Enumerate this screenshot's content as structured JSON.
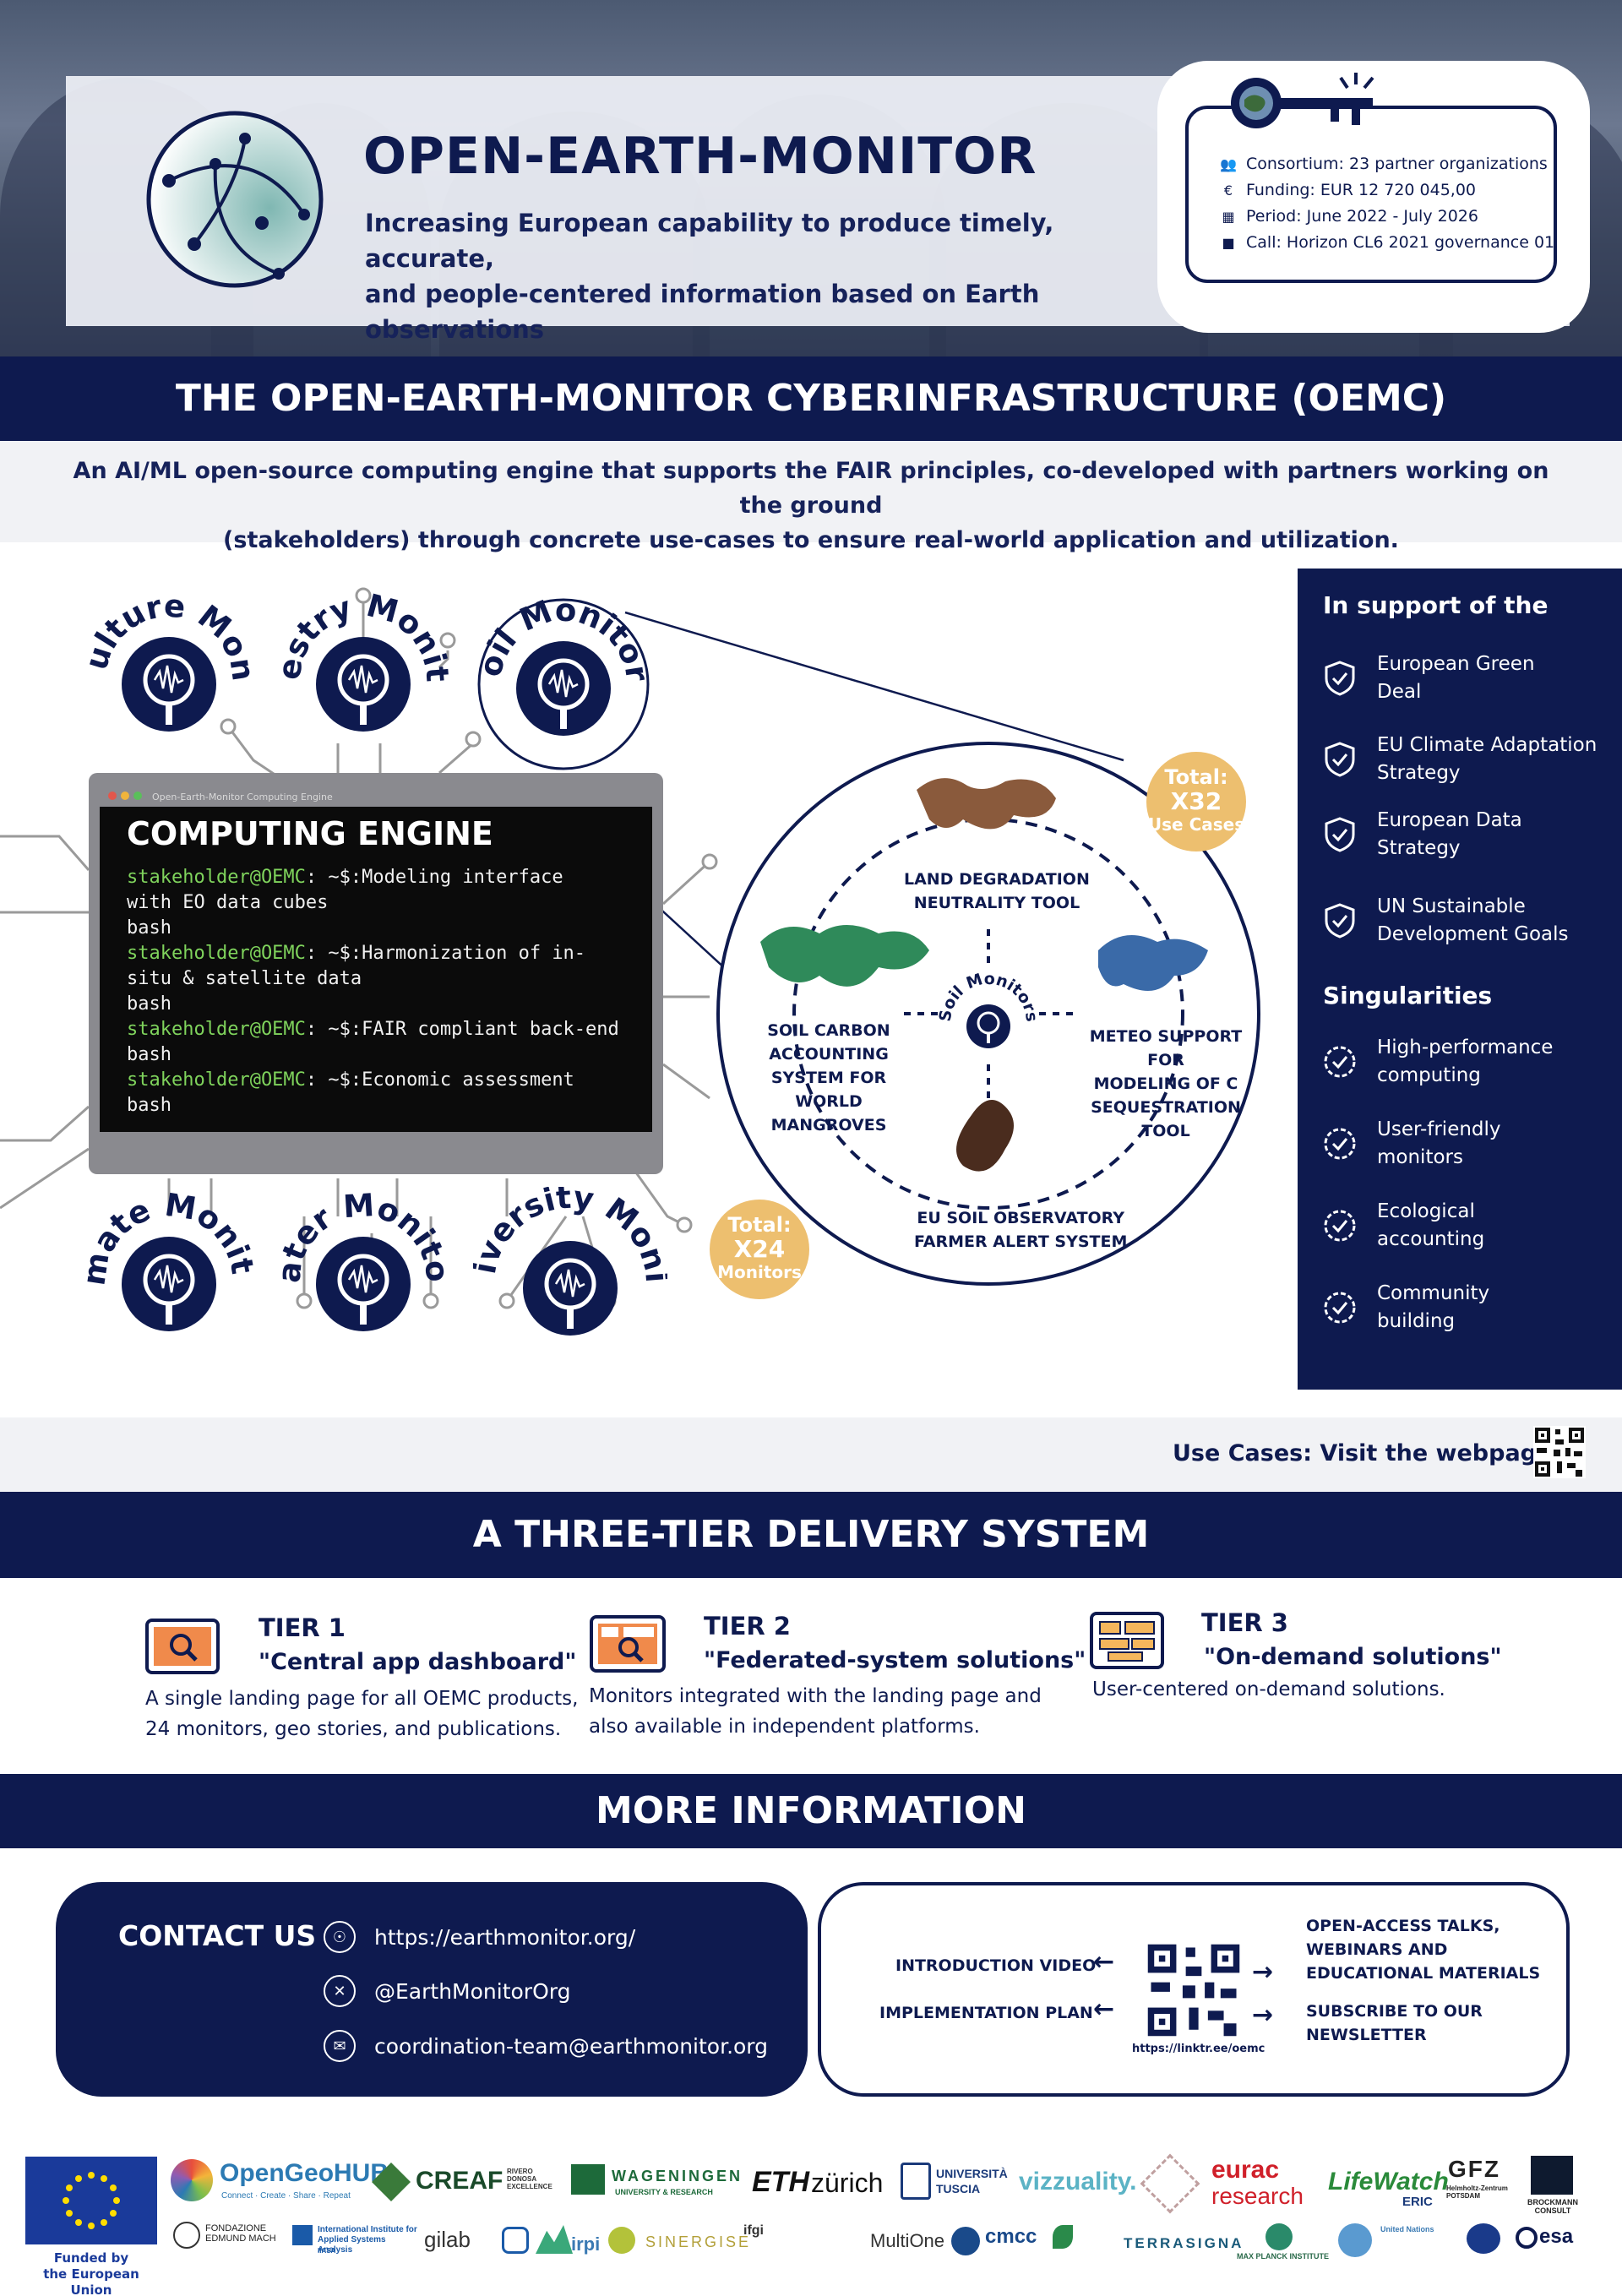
{
  "header": {
    "title": "OPEN-EARTH-MONITOR",
    "subtitle_line1": "Increasing European capability to produce timely, accurate,",
    "subtitle_line2": "and people-centered information based on Earth observations",
    "facts": {
      "consortium": "Consortium: 23 partner organizations",
      "funding": "Funding: EUR 12 720 045,00",
      "period": "Period: June 2022 - July 2026",
      "call": "Call: Horizon CL6 2021 governance 01"
    }
  },
  "oemc": {
    "heading": "THE OPEN-EARTH-MONITOR CYBERINFRASTRUCTURE (OEMC)",
    "intro_line1": "An AI/ML open-source computing engine that supports the FAIR principles, co-developed with partners working on the ground",
    "intro_line2": "(stakeholders) through concrete use-cases to ensure real-world application and utilization.",
    "monitors": {
      "agriculture": "Agriculture Monitors",
      "forestry": "Forestry Monitors",
      "soil": "Soil Monitors",
      "climate": "Climate Monitors",
      "water": "Water Monitors",
      "biodiversity": "Biodiversity Monitors"
    },
    "engine": {
      "window_caption": "Open-Earth-Monitor Computing Engine",
      "title": "COMPUTING ENGINE",
      "prompt": "stakeholder@OEMC",
      "lines": [
        ": ~$:Modeling interface",
        "with EO data cubes",
        "bash",
        ": ~$:Harmonization of in-",
        "situ & satellite data",
        "bash",
        ": ~$:FAIR compliant back-end",
        "bash",
        ": ~$:Economic assessment",
        "bash"
      ]
    },
    "use_cases": {
      "total_label": "Total:",
      "total_value": "X32",
      "total_unit": "Use Cases",
      "center": "Soil Monitors",
      "land_line1": "LAND DEGRADATION",
      "land_line2": "NEUTRALITY TOOL",
      "carbon_lines": [
        "SOIL CARBON",
        "ACCOUNTING",
        "SYSTEM FOR WORLD",
        "MANGROVES"
      ],
      "meteo_lines": [
        "METEO SUPPORT FOR",
        "MODELING OF C",
        "SEQUESTRATION",
        "TOOL"
      ],
      "eu_line1": "EU SOIL OBSERVATORY",
      "eu_line2": "FARMER ALERT SYSTEM"
    },
    "monitors_total": {
      "label": "Total:",
      "value": "X24",
      "unit": "Monitors"
    },
    "support": {
      "heading": "In support of the",
      "items": [
        [
          "European Green",
          "Deal"
        ],
        [
          "EU Climate Adaptation",
          "Strategy"
        ],
        [
          "European Data",
          "Strategy"
        ],
        [
          "UN Sustainable",
          "Development Goals"
        ]
      ],
      "singularities_heading": "Singularities",
      "singularities": [
        [
          "High-performance",
          "computing"
        ],
        [
          "User-friendly",
          "monitors"
        ],
        [
          "Ecological",
          "accounting"
        ],
        [
          "Community",
          "building"
        ]
      ]
    },
    "usecase_link": "Use Cases: Visit the webpage"
  },
  "tiers": {
    "heading": "A THREE-TIER DELIVERY SYSTEM",
    "t1": {
      "name": "TIER 1",
      "label": "\"Central app dashboard\"",
      "desc1": "A single landing page for all OEMC products,",
      "desc2": "24 monitors,  geo stories, and publications."
    },
    "t2": {
      "name": "TIER 2",
      "label": "\"Federated-system solutions\"",
      "desc1": "Monitors integrated with the landing page and",
      "desc2": "also available in independent platforms."
    },
    "t3": {
      "name": "TIER 3",
      "label": "\"On-demand solutions\"",
      "desc1": "User-centered on-demand solutions."
    }
  },
  "more": {
    "heading": "MORE INFORMATION",
    "contact_title": "CONTACT US",
    "website": "https://earthmonitor.org/",
    "twitter": "@EarthMonitorOrg",
    "email": "coordination-team@earthmonitor.org",
    "intro_video": "INTRODUCTION VIDEO",
    "impl_plan": "IMPLEMENTATION PLAN",
    "talks_line1": "OPEN-ACCESS TALKS,",
    "talks_line2": "WEBINARS AND",
    "talks_line3": "EDUCATIONAL MATERIALS",
    "subscribe_line1": "SUBSCRIBE TO OUR",
    "subscribe_line2": "NEWSLETTER",
    "linktree": "https://linktr.ee/oemc"
  },
  "footer": {
    "funded_line1": "Funded by",
    "funded_line2": "the European Union",
    "logos_row1": [
      "OpenGeoHUB",
      "Connect · Create · Share · Repeat",
      "CREAF",
      "RIVERO DONOSA EXCELLENCE",
      "WAGENINGEN",
      "UNIVERSITY & RESEARCH",
      "ETH",
      "zürich",
      "UNIVERSITÀ TUSCIA",
      "vizzuality.",
      "eurac",
      "research",
      "LifeWatch",
      "ERIC",
      "GFZ",
      "Helmholtz-Zentrum POTSDAM",
      "BROCKMANN CONSULT"
    ],
    "logos_row2": [
      "FONDAZIONE EDMUND MACH",
      "International Institute for Applied Systems Analysis",
      "IIASA",
      "gilab",
      "irpi",
      "SINERGISE",
      "ifgi",
      "MultiOne",
      "cmcc",
      "TERRASIGNA",
      "MAX PLANCK INSTITUTE",
      "United Nations",
      "esa"
    ]
  },
  "colors": {
    "navy": "#0e1a4f",
    "gold": "#edbf6f",
    "terminal_green": "#7fd35c"
  }
}
